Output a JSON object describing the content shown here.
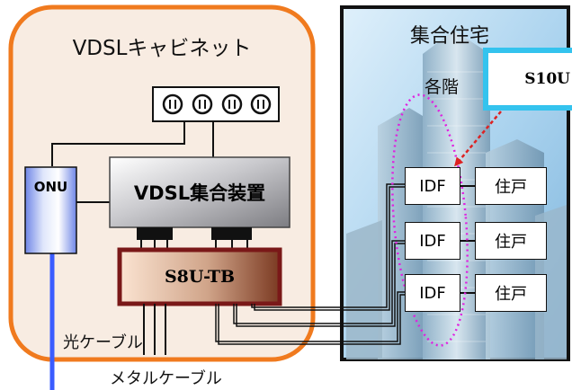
{
  "cabinet": {
    "title": "VDSLキャビネット"
  },
  "outlet": {
    "count": 4
  },
  "onu": {
    "label": "ONU"
  },
  "vdsl_unit": {
    "label": "VDSL集合装置"
  },
  "terminal_block": {
    "label": "S8U-TB"
  },
  "building": {
    "title": "集合住宅",
    "floor_label": "各階"
  },
  "s10u": {
    "label": "S10U"
  },
  "floors": [
    {
      "idf": "IDF",
      "unit": "住戸"
    },
    {
      "idf": "IDF",
      "unit": "住戸"
    },
    {
      "idf": "IDF",
      "unit": "住戸"
    }
  ],
  "cables": {
    "optical": "光ケーブル",
    "metal": "メタルケーブル"
  },
  "colors": {
    "cabinet_border": "#f07a1e",
    "cabinet_fill": "#f8ece2",
    "optical_line": "#3a5cff",
    "s10u_border": "#34c3ee",
    "floor_ellipse": "#e020e0",
    "arrow": "#dd2222",
    "tb_border": "#7a1818"
  }
}
